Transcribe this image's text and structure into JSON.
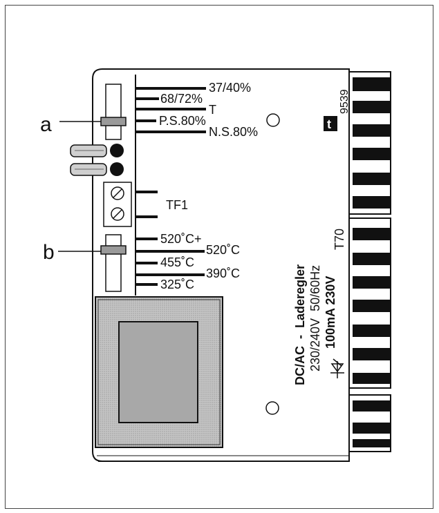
{
  "callouts": {
    "a": "a",
    "b": "b"
  },
  "jumper_labels_top": [
    "37/40%",
    "68/72%",
    "T",
    "P.S.80%",
    "N.S.80%"
  ],
  "tf_label": "TF1",
  "temp_labels": [
    "520˚C+",
    "520˚C",
    "455˚C",
    "390˚C",
    "325˚C"
  ],
  "model_number": "9539",
  "brand_logo": "t",
  "rating_label": "T70",
  "product_text": {
    "line1": "DC/AC  -  Laderegler",
    "line2": "230/240V  50/60Hz",
    "line3": "100mA 230V"
  },
  "colors": {
    "line": "#111111",
    "transformer_fill": "#b8b8b8",
    "board": "#ffffff"
  }
}
